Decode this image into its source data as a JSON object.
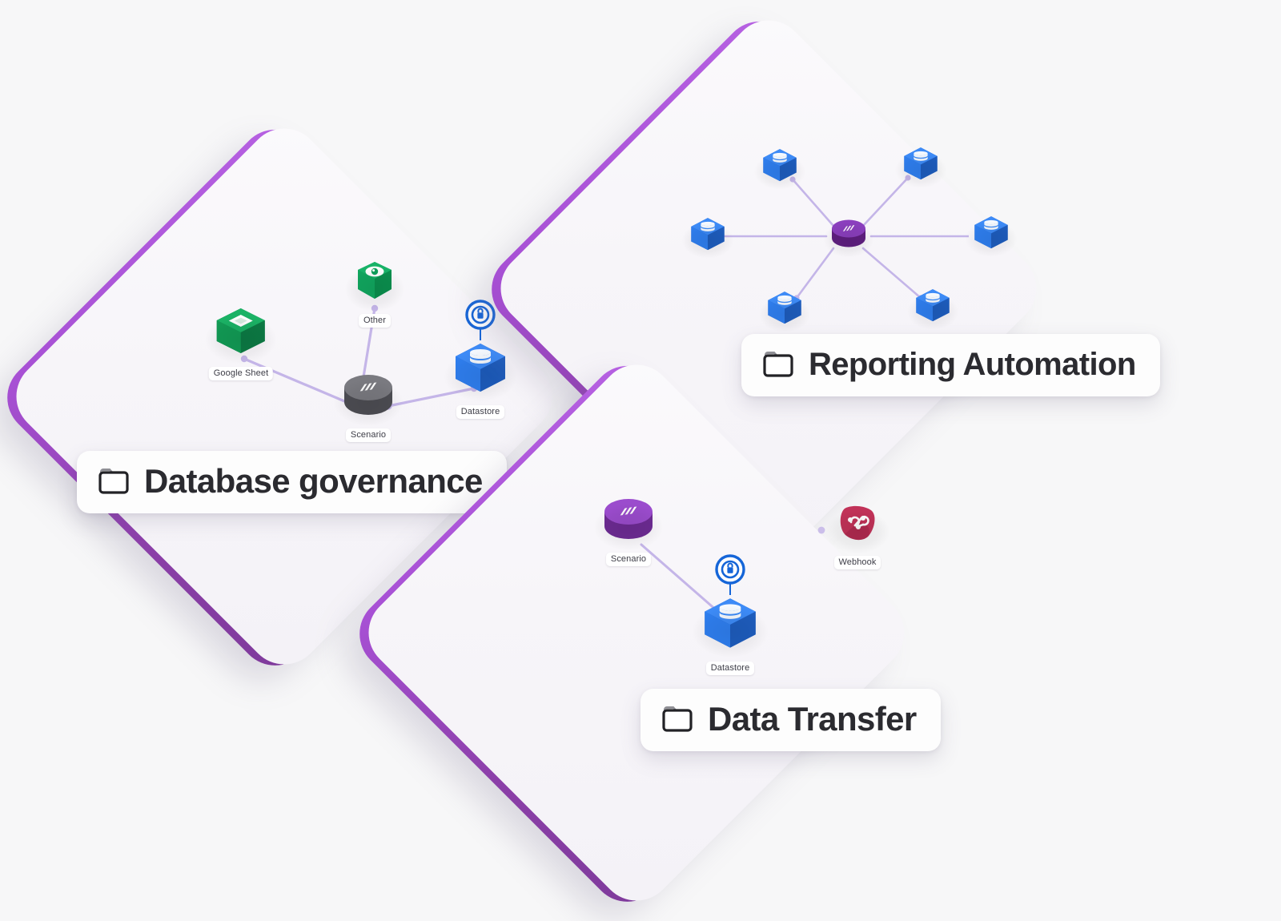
{
  "theme": {
    "background": "#f7f7f8",
    "card_top": "#f8f6fa",
    "card_edge_light": "#b661e2",
    "card_edge_dark": "#7e3a9b",
    "connector": "#c4b5e8",
    "label_text": "#3c3c46",
    "pill_bg": "#fdfdfd",
    "pill_text": "#2b2b30",
    "datastore_blue": "#2f7ff0",
    "datastore_blue_dark": "#1f5fc4",
    "sheet_green": "#14a25b",
    "sheet_green_dark": "#0f7c45",
    "other_green": "#0fa15c",
    "scenario_gray": "#6b6b70",
    "scenario_purple": "#8b3fbe",
    "hub_purple": "#7d2f9e",
    "webhook_red": "#c13258",
    "lock_blue": "#1565d8"
  },
  "cards": [
    {
      "id": "database-governance",
      "pill_label": "Database governance",
      "folder_icon": "folder-icon",
      "nodes": [
        {
          "id": "other",
          "label": "Other",
          "type": "hex-app",
          "color": "other_green"
        },
        {
          "id": "google-sheet",
          "label": "Google Sheet",
          "type": "cube-app",
          "color": "sheet_green"
        },
        {
          "id": "scenario",
          "label": "Scenario",
          "type": "cylinder",
          "color": "scenario_gray"
        },
        {
          "id": "datastore",
          "label": "Datastore",
          "type": "cube-data",
          "color": "datastore_blue",
          "badge": "lock-icon"
        }
      ],
      "edges": [
        {
          "from": "scenario",
          "to": "other"
        },
        {
          "from": "scenario",
          "to": "google-sheet"
        },
        {
          "from": "scenario",
          "to": "datastore"
        }
      ]
    },
    {
      "id": "reporting-automation",
      "pill_label": "Reporting Automation",
      "folder_icon": "folder-icon",
      "nodes": [
        {
          "id": "hub",
          "label": "",
          "type": "cylinder",
          "color": "hub_purple"
        },
        {
          "id": "store-tl",
          "label": "",
          "type": "cube-data",
          "color": "datastore_blue"
        },
        {
          "id": "store-tr",
          "label": "",
          "type": "cube-data",
          "color": "datastore_blue"
        },
        {
          "id": "store-l",
          "label": "",
          "type": "cube-data",
          "color": "datastore_blue"
        },
        {
          "id": "store-r",
          "label": "",
          "type": "cube-data",
          "color": "datastore_blue"
        },
        {
          "id": "store-bl",
          "label": "",
          "type": "cube-data",
          "color": "datastore_blue"
        },
        {
          "id": "store-br",
          "label": "",
          "type": "cube-data",
          "color": "datastore_blue"
        }
      ],
      "edges": [
        {
          "from": "hub",
          "to": "store-tl"
        },
        {
          "from": "hub",
          "to": "store-tr"
        },
        {
          "from": "hub",
          "to": "store-l"
        },
        {
          "from": "hub",
          "to": "store-r"
        },
        {
          "from": "hub",
          "to": "store-bl"
        },
        {
          "from": "hub",
          "to": "store-br"
        }
      ]
    },
    {
      "id": "data-transfer",
      "pill_label": "Data Transfer",
      "folder_icon": "folder-icon",
      "nodes": [
        {
          "id": "scenario",
          "label": "Scenario",
          "type": "cylinder",
          "color": "scenario_purple"
        },
        {
          "id": "datastore",
          "label": "Datastore",
          "type": "cube-data",
          "color": "datastore_blue",
          "badge": "lock-icon"
        },
        {
          "id": "webhook",
          "label": "Webhook",
          "type": "shard",
          "color": "webhook_red"
        }
      ],
      "edges": [
        {
          "from": "scenario",
          "to": "datastore"
        }
      ]
    }
  ]
}
